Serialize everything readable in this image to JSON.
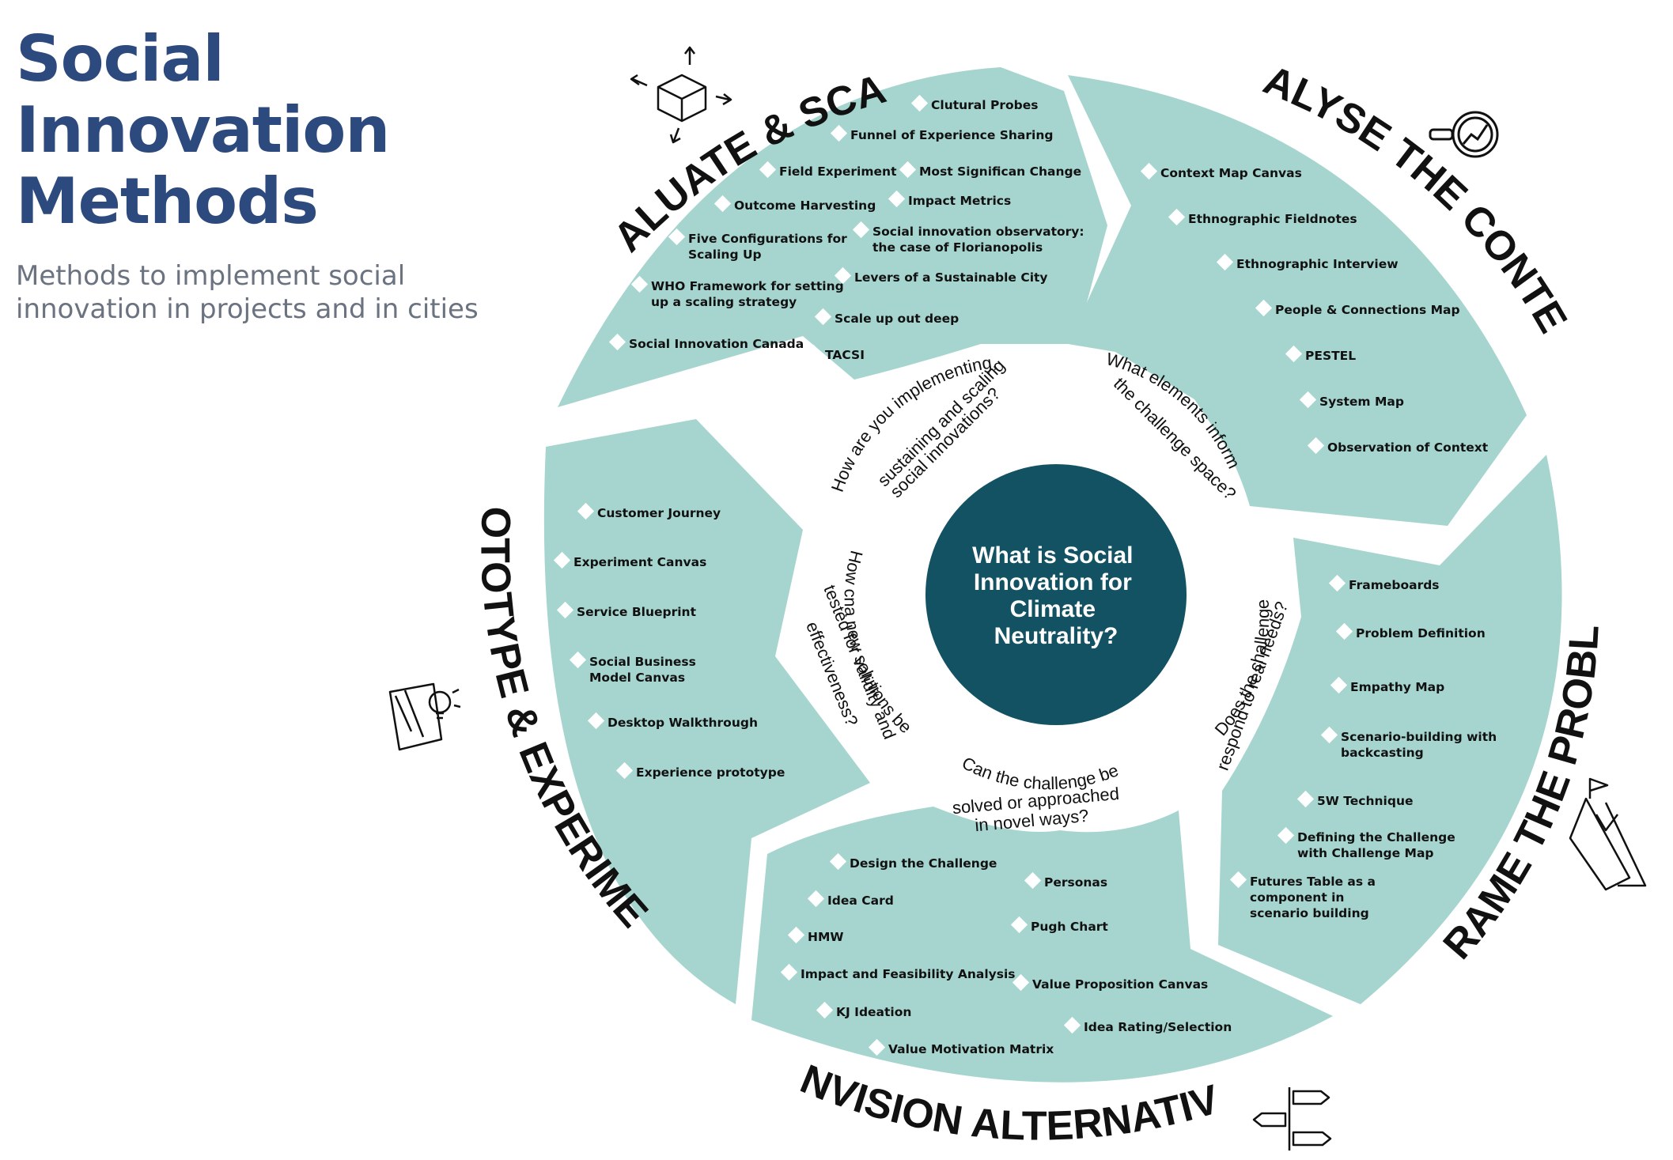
{
  "header": {
    "title_line1": "Social Innovation",
    "title_line2": "Methods",
    "subtitle_line1": "Methods to implement social",
    "subtitle_line2": "innovation in projects and in cities"
  },
  "colors": {
    "segment": "#a6d5d0",
    "center": "#125262",
    "title": "#2c4a7e",
    "subtitle": "#6b7280",
    "label": "#111111"
  },
  "center": {
    "line1": "What is Social",
    "line2": "Innovation for",
    "line3": "Climate",
    "line4": "Neutrality?"
  },
  "questions": {
    "evaluate": [
      "How are you implementing,",
      "sustaining and scaling",
      "social innovations?"
    ],
    "analyse": [
      "What elements inform",
      "the challenge space?"
    ],
    "reframe": [
      "Does the challenge",
      "respond to real needs?"
    ],
    "envision": [
      "Can the challenge be",
      "solved or approached",
      "in novel ways?"
    ],
    "prototype": [
      "How cna new solutions be",
      "tested for validity and",
      "effectiveness?"
    ]
  },
  "segments": {
    "evaluate": {
      "label": "EVALUATE & SCALE",
      "icon": "cube-arrows-icon",
      "methods": [
        [
          "Clutural Probes"
        ],
        [
          "Funnel of Experience Sharing"
        ],
        [
          "Field Experiment"
        ],
        [
          "Most Significan Change"
        ],
        [
          "Outcome Harvesting"
        ],
        [
          "Impact Metrics"
        ],
        [
          "Five Configurations for",
          "Scaling Up"
        ],
        [
          "Social innovation observatory:",
          "the case of Florianopolis"
        ],
        [
          "WHO Framework for setting",
          "up a scaling strategy"
        ],
        [
          "Levers of a Sustainable City"
        ],
        [
          "Scale up out deep"
        ],
        [
          "Social Innovation Canada"
        ],
        [
          "TACSI"
        ]
      ]
    },
    "analyse": {
      "label": "ANALYSE THE CONTEXT",
      "icon": "magnifier-chart-icon",
      "methods": [
        [
          "Context Map Canvas"
        ],
        [
          "Ethnographic Fieldnotes"
        ],
        [
          "Ethnographic Interview"
        ],
        [
          "People & Connections Map"
        ],
        [
          "PESTEL"
        ],
        [
          "System Map"
        ],
        [
          "Observation of Context"
        ]
      ]
    },
    "reframe": {
      "label": "REFRAME THE PROBLEM",
      "icon": "mountains-flag-icon",
      "methods": [
        [
          "Frameboards"
        ],
        [
          "Problem Definition"
        ],
        [
          "Empathy Map"
        ],
        [
          "Scenario-building with",
          "backcasting"
        ],
        [
          "5W Technique"
        ],
        [
          "Defining the Challenge",
          "with Challenge Map"
        ],
        [
          "Futures Table as a",
          "component in",
          "scenario building"
        ]
      ]
    },
    "envision": {
      "label": "ENVISION ALTERNATIVES",
      "icon": "signpost-icon",
      "methods": [
        [
          "Design the Challenge"
        ],
        [
          "Personas"
        ],
        [
          "Idea Card"
        ],
        [
          "Pugh Chart"
        ],
        [
          "HMW"
        ],
        [
          "Impact and Feasibility Analysis"
        ],
        [
          "Value Proposition Canvas"
        ],
        [
          "KJ Ideation"
        ],
        [
          "Idea Rating/Selection"
        ],
        [
          "Value Motivation Matrix"
        ]
      ]
    },
    "prototype": {
      "label": "PROTOTYPE & EXPERIMENT",
      "icon": "blueprint-bulb-icon",
      "methods": [
        [
          "Customer Journey"
        ],
        [
          "Experiment Canvas"
        ],
        [
          "Service Blueprint"
        ],
        [
          "Social Business",
          "Model Canvas"
        ],
        [
          "Desktop Walkthrough"
        ],
        [
          "Experience prototype"
        ]
      ]
    }
  }
}
